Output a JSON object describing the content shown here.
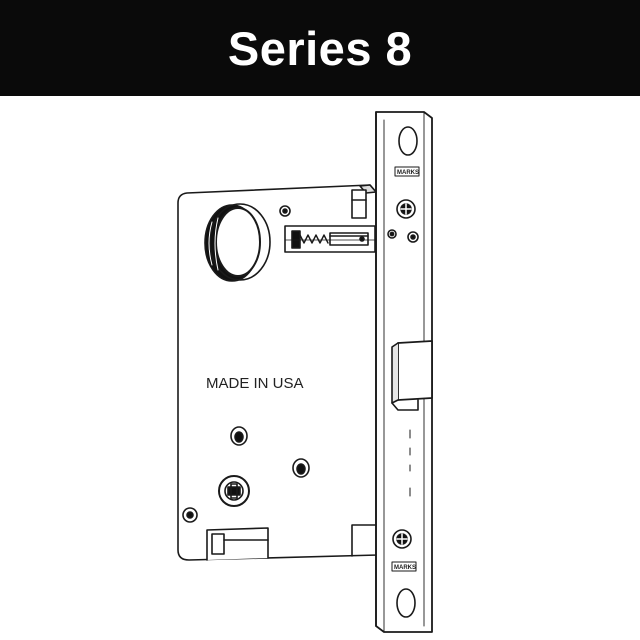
{
  "header": {
    "title": "Series 8",
    "background": "#0a0a0a",
    "text_color": "#ffffff"
  },
  "illustration": {
    "case_stamp": "MADE IN USA",
    "faceplate_stamp": "MARKS",
    "line_color": "#1a1a1a",
    "fill_color": "#ffffff"
  }
}
